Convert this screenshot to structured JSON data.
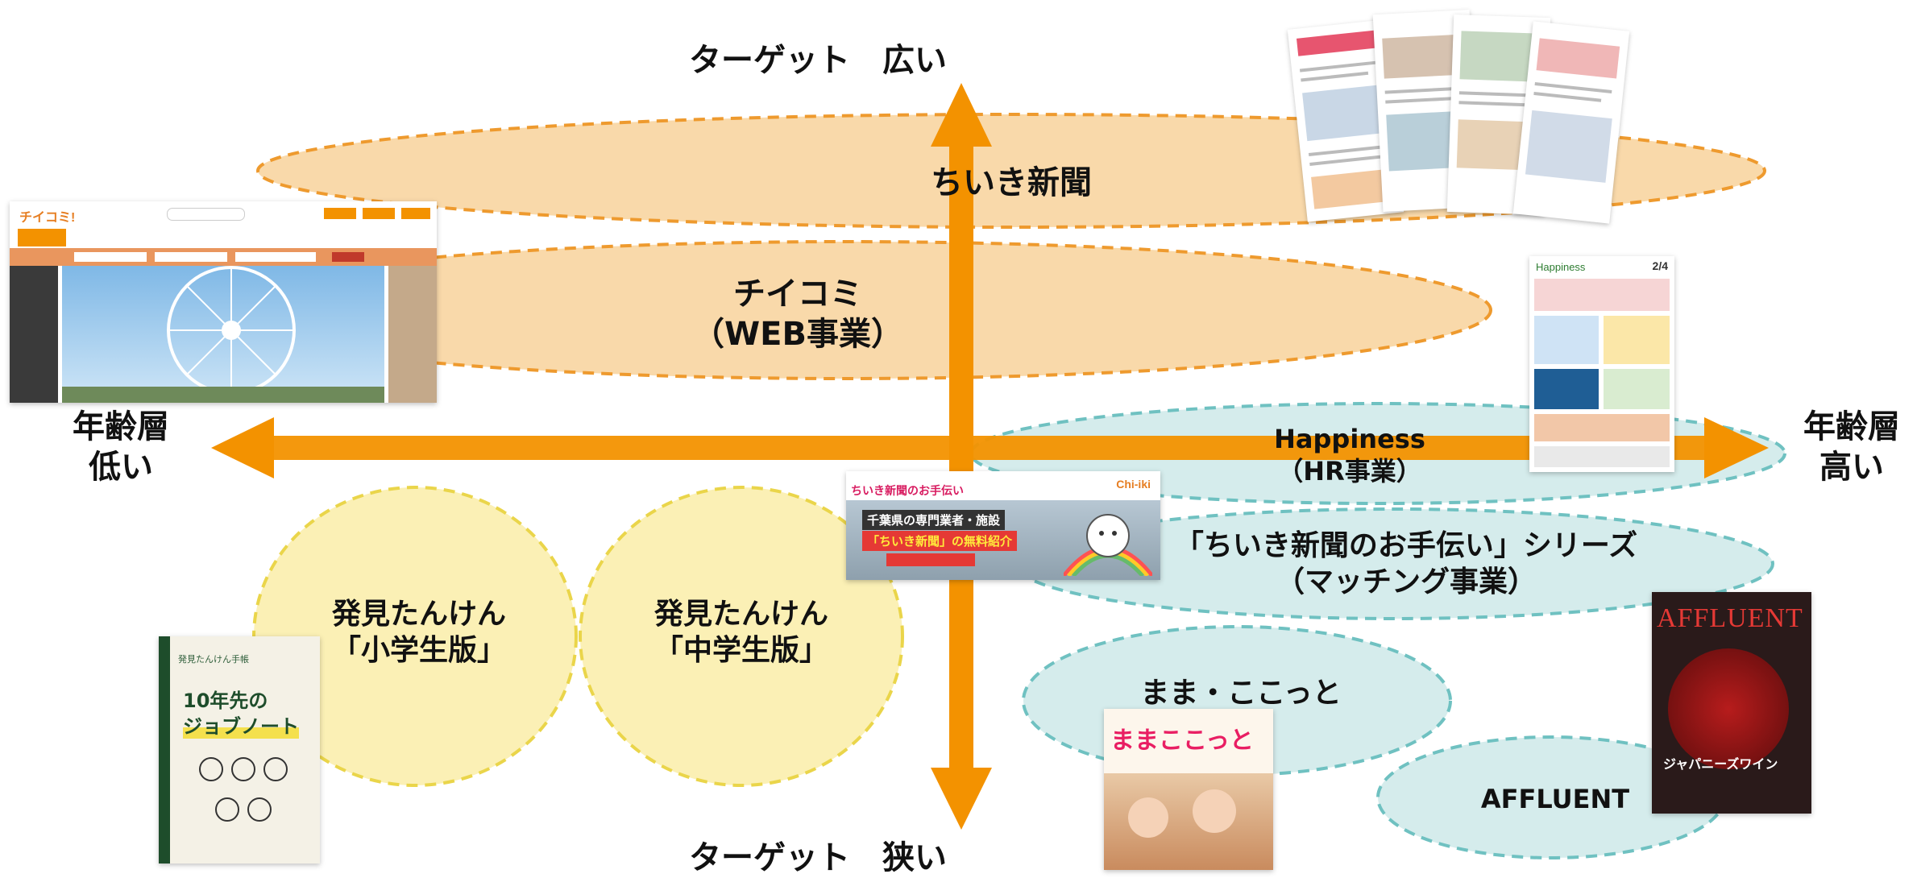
{
  "axes": {
    "top_label": "ターゲット　広い",
    "bottom_label": "ターゲット　狭い",
    "left_label_line1": "年齢層",
    "left_label_line2": "低い",
    "right_label_line1": "年齢層",
    "right_label_line2": "高い"
  },
  "segments": {
    "chiiki_shinbun": "ちいき新聞",
    "chiikomi_line1": "チイコミ",
    "chiikomi_line2": "（WEB事業）",
    "happiness_line1": "Happiness",
    "happiness_line2": "（HR事業）",
    "otetsudai_line1": "「ちいき新聞のお手伝い」シリーズ",
    "otetsudai_line2": "（マッチング事業）",
    "mama_cocotto": "まま・ここっと",
    "affluent": "AFFLUENT",
    "hakken_shogaku_line1": "発見たんけん",
    "hakken_shogaku_line2": "「小学生版」",
    "hakken_chugaku_line1": "発見たんけん",
    "hakken_chugaku_line2": "「中学生版」"
  },
  "thumbnails": {
    "web_logo": "チイコミ!",
    "happiness_logo": "Happiness",
    "happiness_date": "2/4",
    "otetsudai_title": "ちいき新聞のお手伝い",
    "otetsudai_banner1": "千葉県の専門業者・施設",
    "otetsudai_banner2": "「ちいき新聞」の無料紹介",
    "otetsudai_logo": "Chi-iki",
    "mama_title": "ままここっと",
    "affluent_title": "AFFLUENT",
    "affluent_caption": "ジャパニーズワイン",
    "jobnote_title1": "10年先の",
    "jobnote_title2": "ジョブノート",
    "jobnote_header": "発見たんけん手帳"
  },
  "colors": {
    "arrow": "#F39200",
    "orange_fill": "#F9D9AA",
    "orange_border": "#EE9A2E",
    "teal_fill": "#D5ECEC",
    "teal_border": "#6FC1C1",
    "yellow_fill": "#FBF0B5",
    "yellow_border": "#EAD54A"
  }
}
